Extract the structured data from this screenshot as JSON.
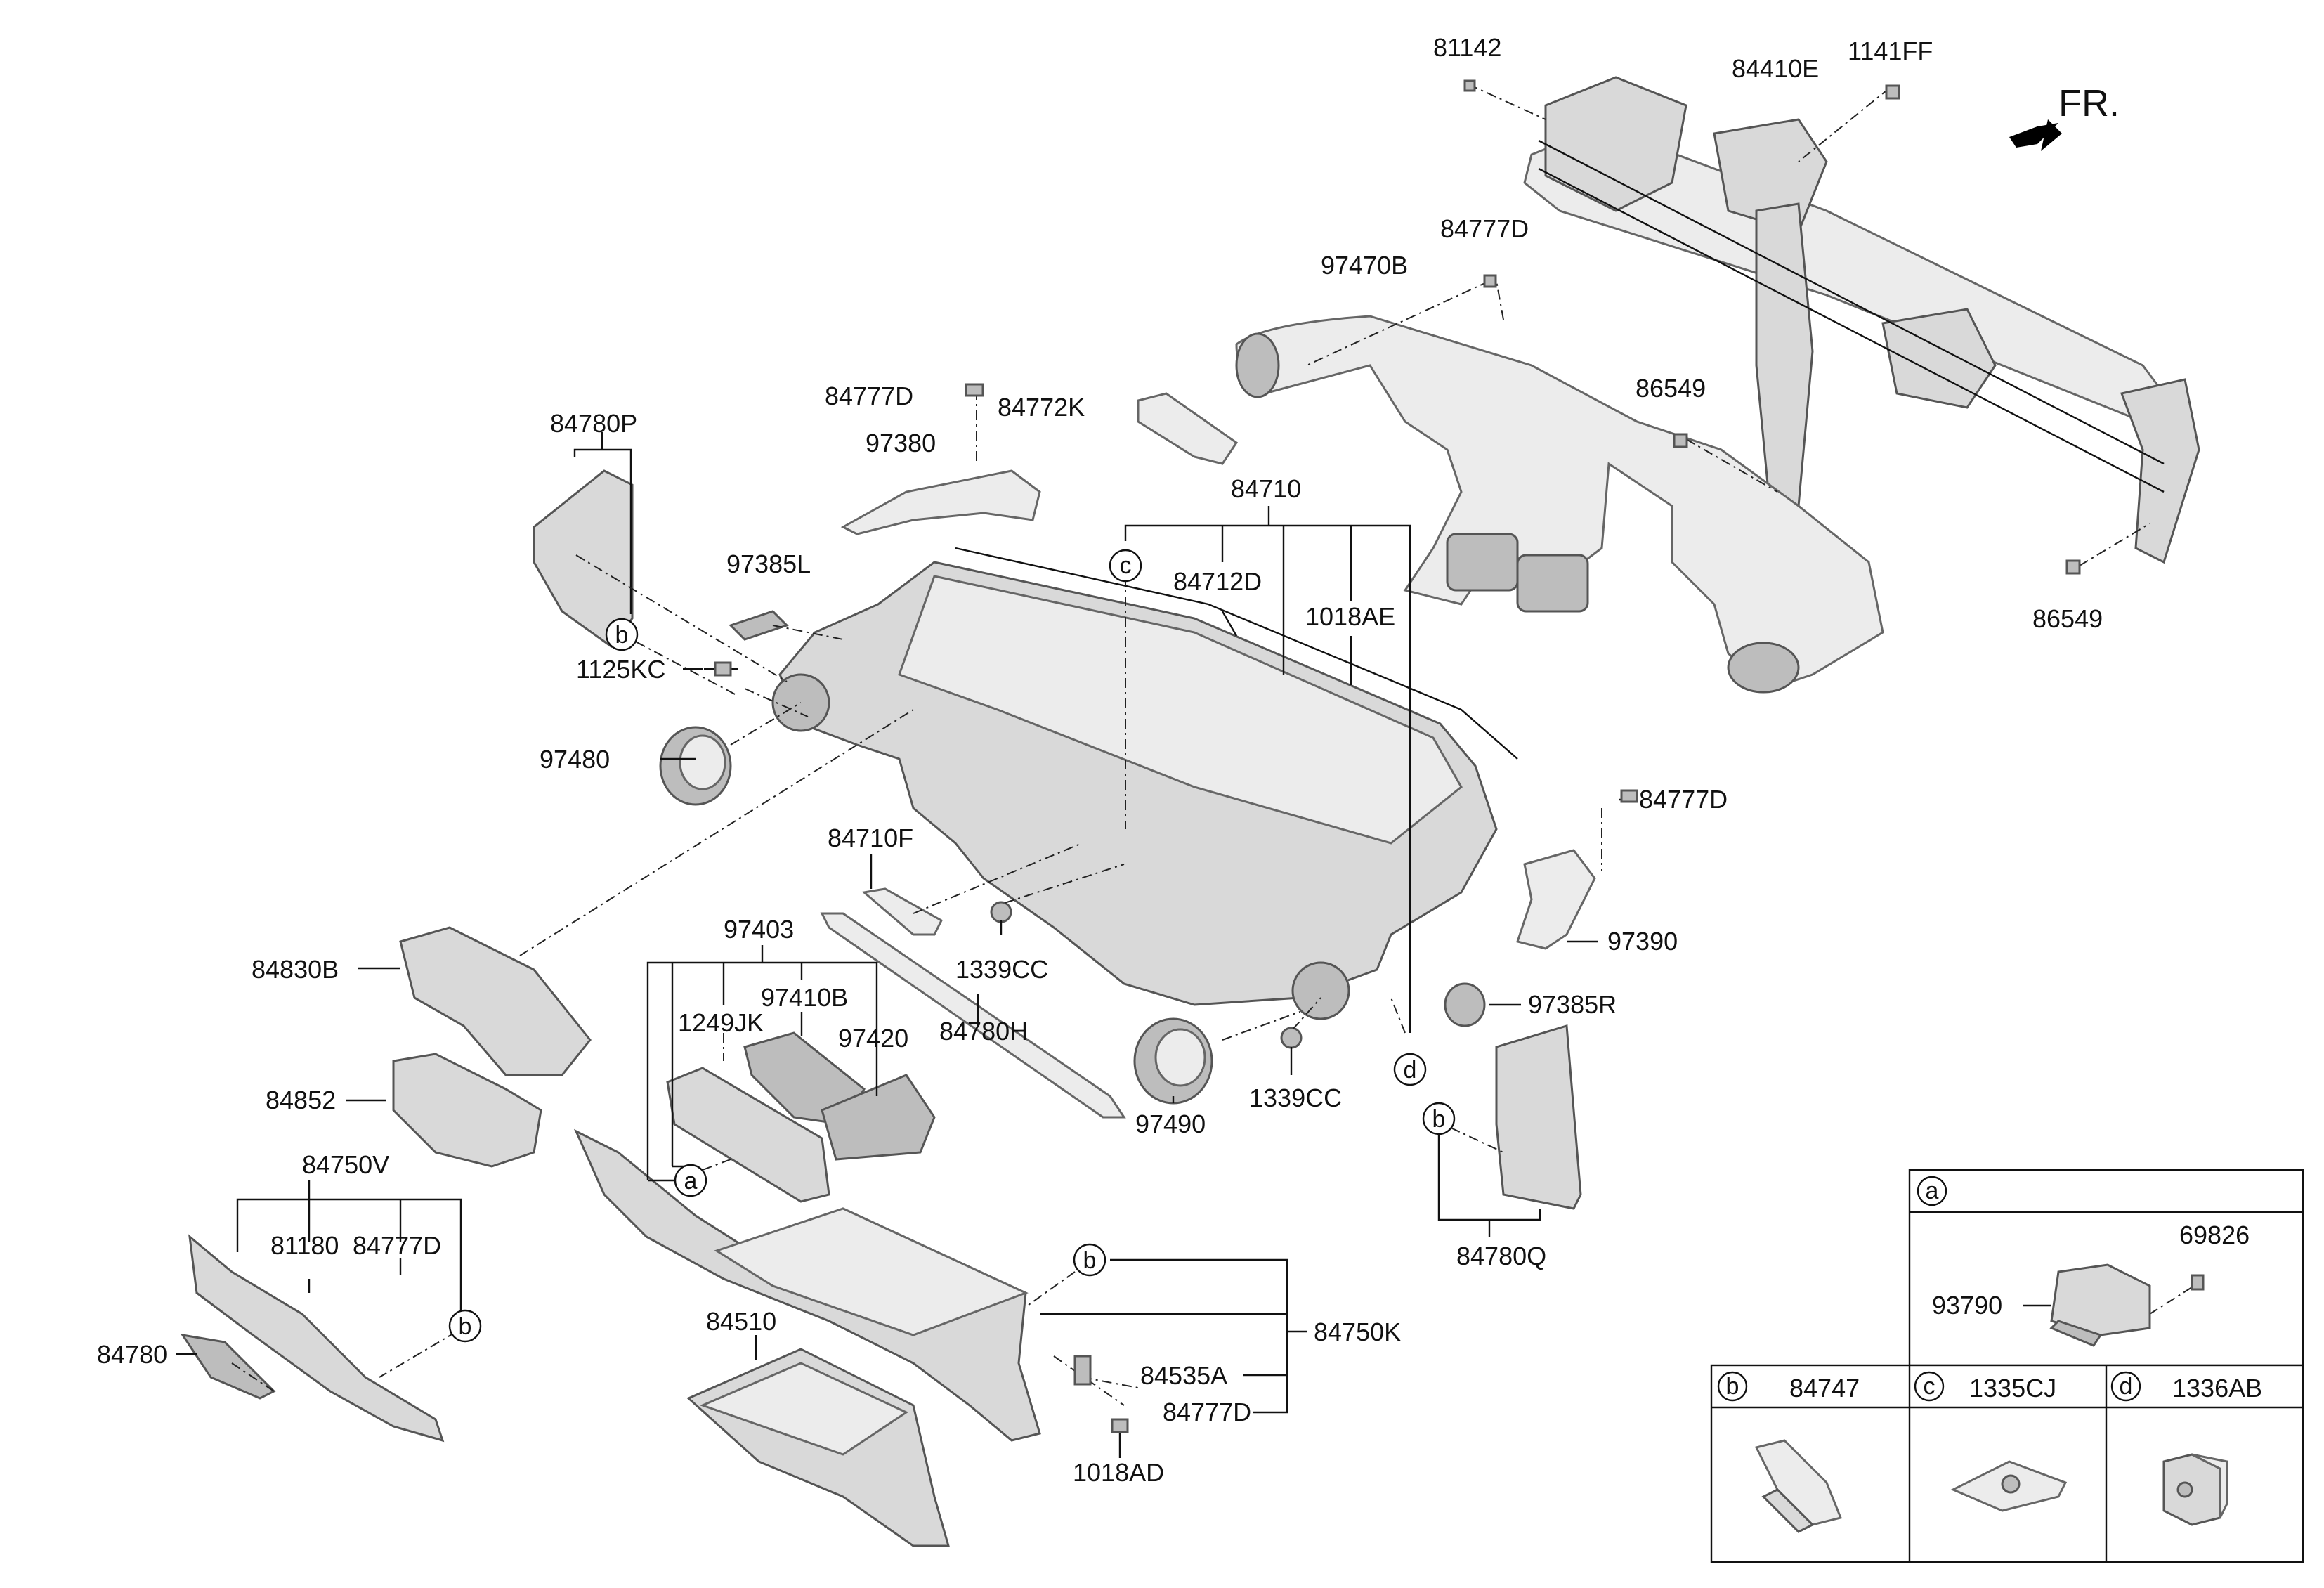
{
  "direction_label": "FR.",
  "labels": {
    "p81142": "81142",
    "p84410E": "84410E",
    "p1141FF": "1141FF",
    "p84777D_top": "84777D",
    "p97470B": "97470B",
    "p86549_a": "86549",
    "p86549_b": "86549",
    "p84777D_2": "84777D",
    "p84772K": "84772K",
    "p97380": "97380",
    "p84780P": "84780P",
    "p84710": "84710",
    "p84712D": "84712D",
    "p1018AE": "1018AE",
    "p97385L": "97385L",
    "p1125KC": "1125KC",
    "p97480": "97480",
    "p84777D_3": "84777D",
    "p84710F": "84710F",
    "p97390": "97390",
    "p97403": "97403",
    "p1339CC_a": "1339CC",
    "p97410B": "97410B",
    "p1249JK": "1249JK",
    "p97420": "97420",
    "p84830B": "84830B",
    "p97385R": "97385R",
    "p84780H": "84780H",
    "p84852": "84852",
    "p97490": "97490",
    "p1339CC_b": "1339CC",
    "p84750V": "84750V",
    "p84780Q": "84780Q",
    "p81180": "81180",
    "p84777D_4": "84777D",
    "p84510": "84510",
    "p84750K": "84750K",
    "p84780": "84780",
    "p84535A": "84535A",
    "p84777D_5": "84777D",
    "p1018AD": "1018AD"
  },
  "callouts": {
    "a": "a",
    "b": "b",
    "c": "c",
    "d": "d"
  },
  "legend": {
    "a_letter": "a",
    "a_parts": {
      "p69826": "69826",
      "p93790": "93790"
    },
    "cells": [
      {
        "letter": "b",
        "part": "84747"
      },
      {
        "letter": "c",
        "part": "1335CJ"
      },
      {
        "letter": "d",
        "part": "1336AB"
      }
    ]
  }
}
